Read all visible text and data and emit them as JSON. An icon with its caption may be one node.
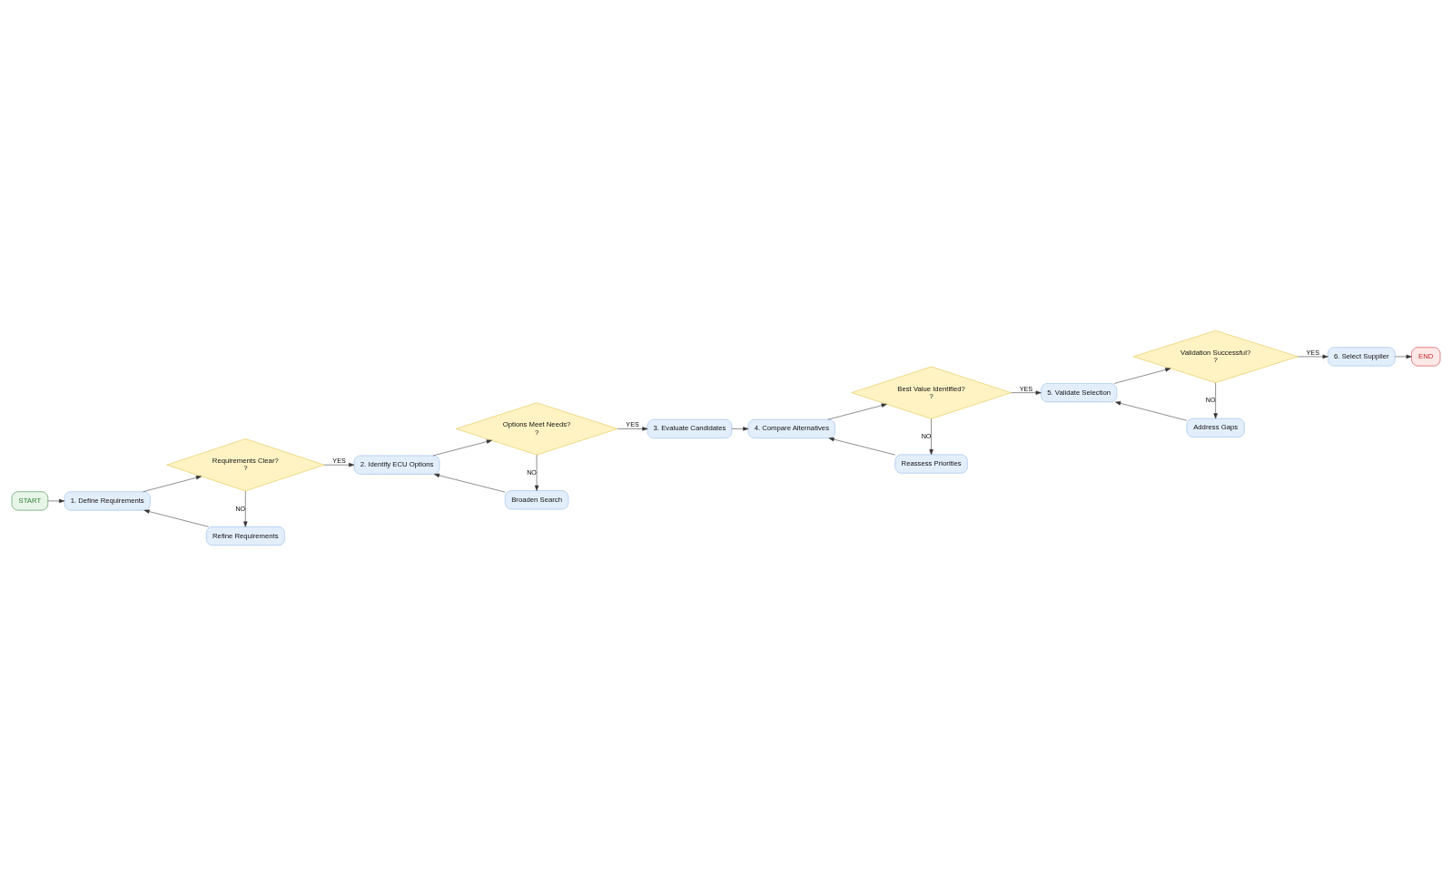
{
  "diagram": {
    "nodes": [
      {
        "text": [
          "START"
        ]
      },
      {
        "text": [
          "1. Define Requirements"
        ]
      },
      {
        "text": [
          "Requirements Clear?",
          "?"
        ]
      },
      {
        "text": [
          "2. Identify ECU Options"
        ]
      },
      {
        "text": [
          "Options Meet Needs?",
          "?"
        ]
      },
      {
        "text": [
          "3. Evaluate Candidates"
        ]
      },
      {
        "text": [
          "Refine Requirements"
        ]
      },
      {
        "text": [
          "Broaden Search"
        ]
      },
      {
        "text": [
          "4. Compare Alternatives"
        ]
      },
      {
        "text": [
          "Best Value Identified?",
          "?"
        ]
      },
      {
        "text": [
          "5. Validate Selection"
        ]
      },
      {
        "text": [
          "Validation Successful?",
          "?"
        ]
      },
      {
        "text": [
          "6. Select Supplier"
        ]
      },
      {
        "text": [
          "END"
        ]
      },
      {
        "text": [
          "Reassess Priorities"
        ]
      },
      {
        "text": [
          "Address Gaps"
        ]
      }
    ],
    "edges": [
      {
        "from": 0,
        "to": 1,
        "arrow": "to"
      },
      {
        "from": 1,
        "to": 2,
        "arrow": "to"
      },
      {
        "from": 2,
        "to": 3,
        "arrow": "to",
        "label": "YES"
      },
      {
        "from": 2,
        "to": 6,
        "arrow": "to",
        "label": "NO"
      },
      {
        "from": 6,
        "to": 1,
        "arrow": "to"
      },
      {
        "from": 3,
        "to": 4,
        "arrow": "to"
      },
      {
        "from": 4,
        "to": 5,
        "arrow": "to",
        "label": "YES"
      },
      {
        "from": 4,
        "to": 7,
        "arrow": "to",
        "label": "NO"
      },
      {
        "from": 7,
        "to": 3,
        "arrow": "to"
      },
      {
        "from": 5,
        "to": 8,
        "arrow": "to"
      },
      {
        "from": 8,
        "to": 9,
        "arrow": "to"
      },
      {
        "from": 9,
        "to": 10,
        "arrow": "to",
        "label": "YES"
      },
      {
        "from": 9,
        "to": 14,
        "arrow": "to",
        "label": "NO"
      },
      {
        "from": 14,
        "to": 8,
        "arrow": "to"
      },
      {
        "from": 10,
        "to": 11,
        "arrow": "to"
      },
      {
        "from": 11,
        "to": 12,
        "arrow": "to",
        "label": "YES"
      },
      {
        "from": 11,
        "to": 15,
        "arrow": "to",
        "label": "NO"
      },
      {
        "from": 15,
        "to": 10,
        "arrow": "to"
      },
      {
        "from": 12,
        "to": 13,
        "arrow": "to"
      }
    ]
  }
}
